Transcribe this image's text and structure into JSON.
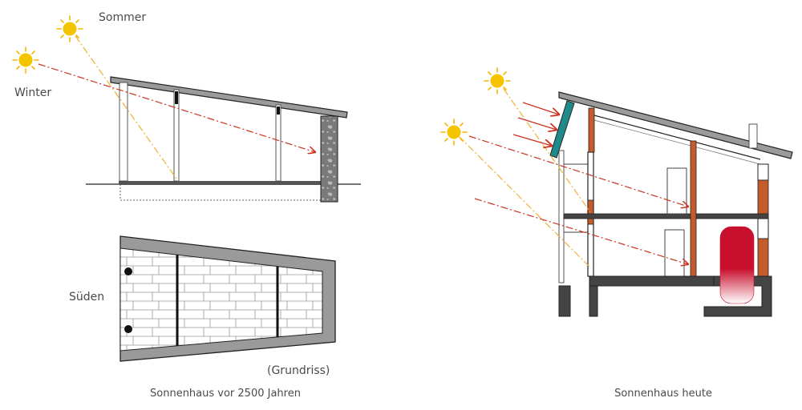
{
  "left": {
    "label_summer": "Sommer",
    "label_winter": "Winter",
    "label_south": "Süden",
    "label_plan": "(Grundriss)",
    "caption": "Sonnenhaus vor 2500 Jahren"
  },
  "right": {
    "caption": "Sonnenhaus heute"
  },
  "colors": {
    "sun": "#f5c400",
    "sun_rays": "#f7b500",
    "summer_ray": "#f0b030",
    "winter_ray": "#cc3322",
    "wall_gray": "#8f8f8f",
    "outline": "#222222",
    "collector": "#1f8a8a",
    "tank": "#c8102e",
    "column": "#c55a2a"
  },
  "icons": [
    "sun-icon",
    "sun-icon",
    "sun-icon",
    "sun-icon"
  ]
}
